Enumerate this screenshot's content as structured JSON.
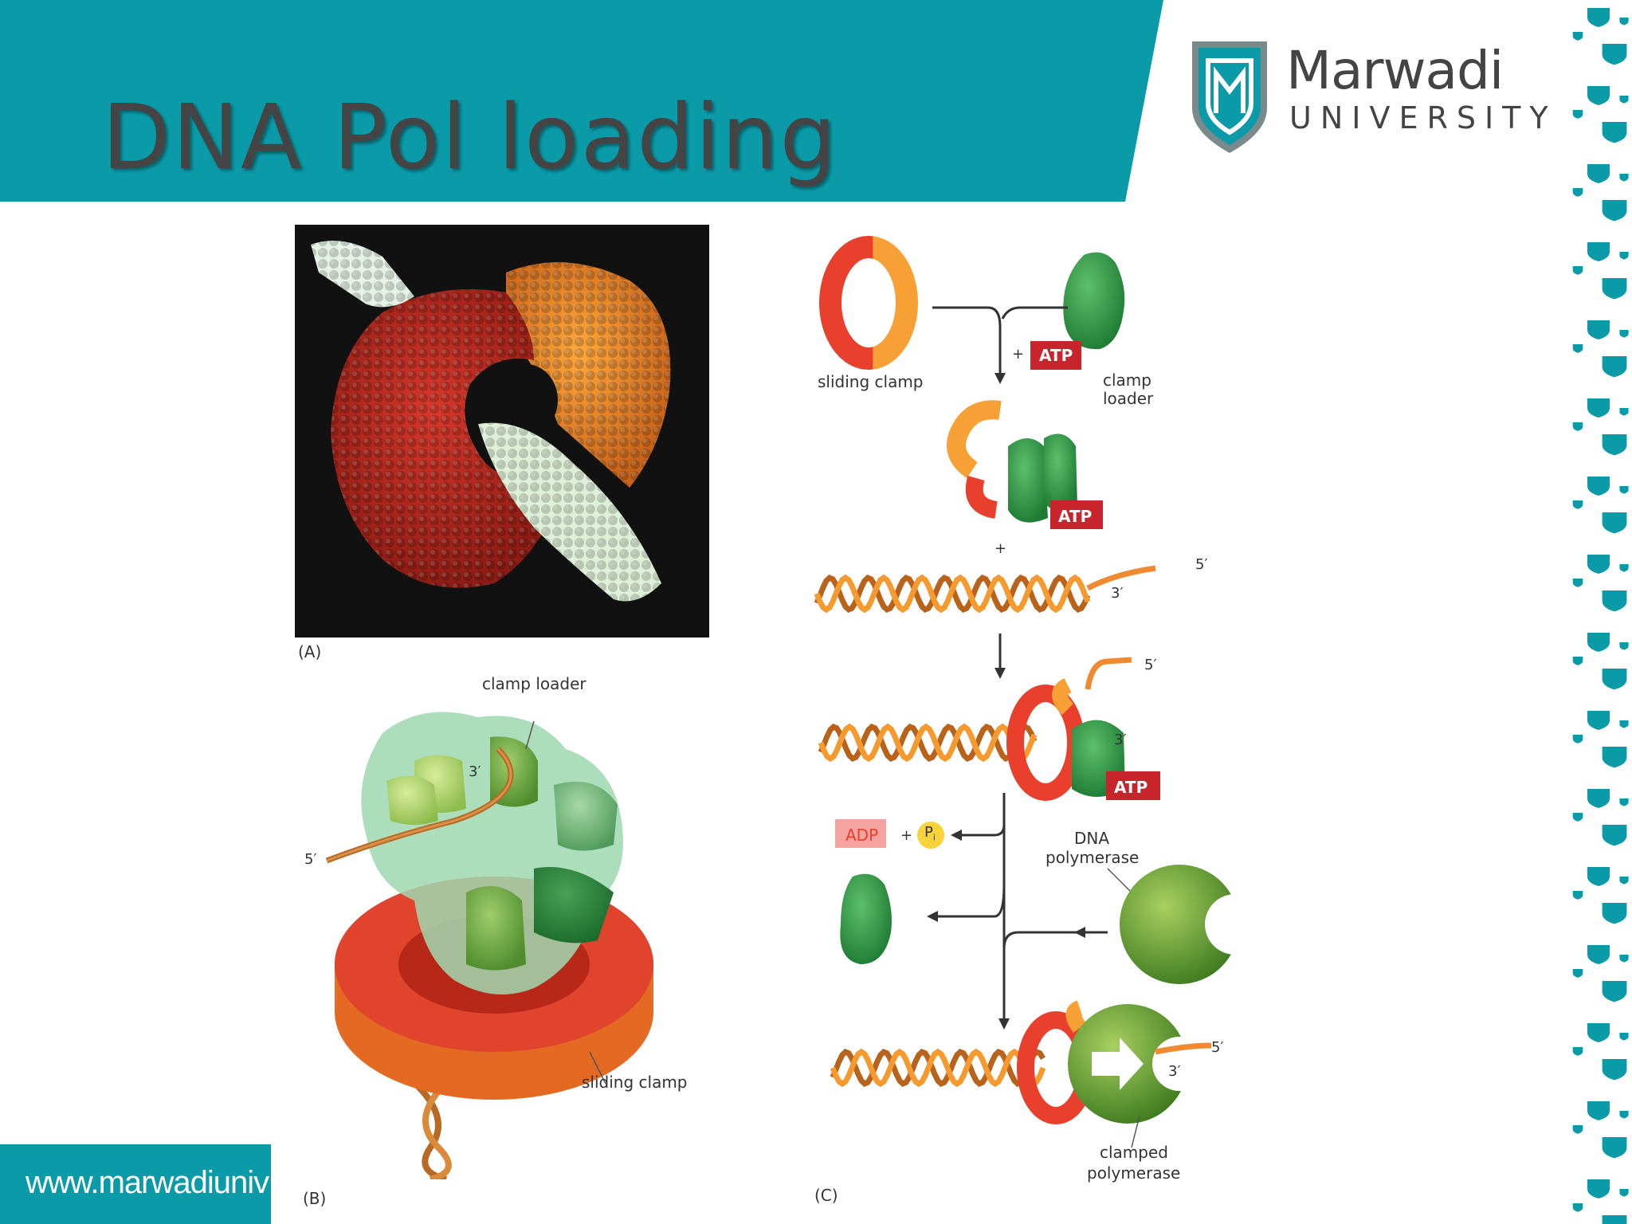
{
  "slide": {
    "title": "DNA Pol loading",
    "footer_url": "www.marwadiuniv"
  },
  "logo": {
    "name": "Marwadi",
    "subtitle": "UNIVERSITY"
  },
  "colors": {
    "banner": "#0a9aa8",
    "title_text": "#444444",
    "clamp_red": "#e03a28",
    "clamp_orange": "#f59a2e",
    "loader_green": "#2f9a45",
    "atp_red": "#c7252b"
  },
  "figure": {
    "panel_labels": [
      "(A)",
      "(B)",
      "(C)"
    ],
    "panel_b": {
      "clamp_loader": "clamp loader",
      "sliding_clamp": "sliding clamp",
      "end_3": "3′",
      "end_5": "5′"
    },
    "panel_c": {
      "sliding_clamp": "sliding clamp",
      "clamp_loader_1": "clamp",
      "clamp_loader_2": "loader",
      "plus": "+",
      "atp": "ATP",
      "adp": "ADP",
      "pi": "P",
      "pi_sub": "i",
      "dna_pol_1": "DNA",
      "dna_pol_2": "polymerase",
      "clamped_pol_1": "clamped",
      "clamped_pol_2": "polymerase",
      "end_3": "3′",
      "end_5": "5′"
    }
  }
}
